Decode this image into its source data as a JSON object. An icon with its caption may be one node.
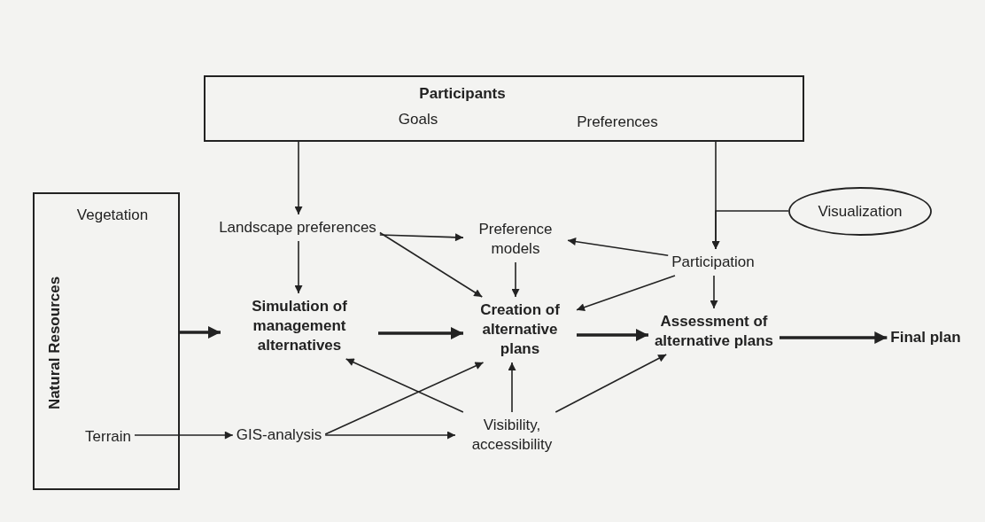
{
  "diagram": {
    "nodes": [
      {
        "text": [
          "Participants",
          "Goals",
          "Preferences"
        ]
      },
      {
        "text": [
          "Natural Resources"
        ]
      },
      {
        "text": [
          "Vegetation"
        ],
        "in": 1
      },
      {
        "text": [
          "Terrain"
        ],
        "in": 1
      },
      {
        "text": [
          "Landscape preferences"
        ]
      },
      {
        "text": [
          "Preference models"
        ]
      },
      {
        "text": [
          "Visualization"
        ]
      },
      {
        "text": [
          "Participation"
        ]
      },
      {
        "text": [
          "Simulation of management alternatives"
        ]
      },
      {
        "text": [
          "Creation of alternative plans"
        ]
      },
      {
        "text": [
          "Assessment of alternative plans"
        ]
      },
      {
        "text": [
          "Final plan"
        ]
      },
      {
        "text": [
          "GIS-analysis"
        ]
      },
      {
        "text": [
          "Visibility, accessibility"
        ]
      }
    ],
    "edges": [
      {
        "from": 0,
        "to": 4,
        "arrow": "to"
      },
      {
        "from": 0,
        "to": 7,
        "arrow": "to"
      },
      {
        "from": 6,
        "to": 7,
        "arrow": "to"
      },
      {
        "from": 4,
        "to": 5,
        "arrow": "to"
      },
      {
        "from": 4,
        "to": 8,
        "arrow": "to"
      },
      {
        "from": 4,
        "to": 9,
        "arrow": "to"
      },
      {
        "from": 5,
        "to": 9,
        "arrow": "to"
      },
      {
        "from": 7,
        "to": 5,
        "arrow": "to"
      },
      {
        "from": 7,
        "to": 9,
        "arrow": "to"
      },
      {
        "from": 7,
        "to": 10,
        "arrow": "to"
      },
      {
        "from": 1,
        "to": 8,
        "arrow": "to",
        "style": "thick"
      },
      {
        "from": 8,
        "to": 9,
        "arrow": "to",
        "style": "thick"
      },
      {
        "from": 9,
        "to": 10,
        "arrow": "to",
        "style": "thick"
      },
      {
        "from": 10,
        "to": 11,
        "arrow": "to",
        "style": "thick"
      },
      {
        "from": 3,
        "to": 12,
        "arrow": "to"
      },
      {
        "from": 12,
        "to": 13,
        "arrow": "to"
      },
      {
        "from": 12,
        "to": 9,
        "arrow": "to"
      },
      {
        "from": 13,
        "to": 8,
        "arrow": "to"
      },
      {
        "from": 13,
        "to": 9,
        "arrow": "to"
      },
      {
        "from": 13,
        "to": 10,
        "arrow": "to"
      }
    ]
  }
}
